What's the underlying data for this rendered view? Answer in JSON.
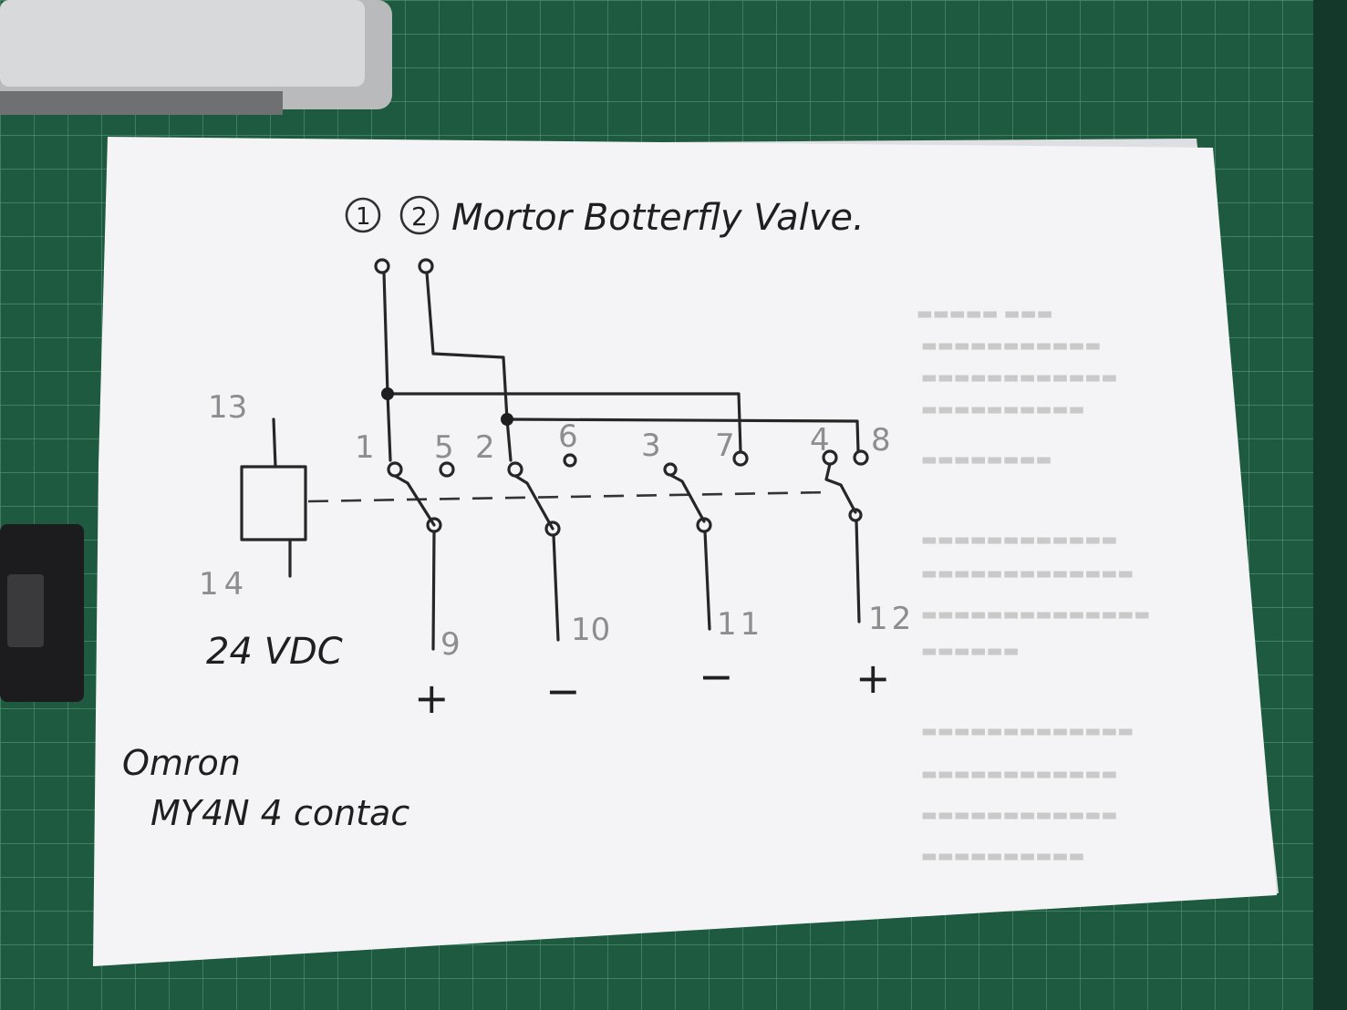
{
  "diagram": {
    "marker_1": "1",
    "marker_2": "2",
    "title": "Mortor Botterfly Valve.",
    "coil_top_terminal": "13",
    "coil_bottom_terminal": "14",
    "coil_voltage": "24 VDC",
    "common_pins": [
      "1",
      "2",
      "3",
      "4"
    ],
    "nc_pins": [
      "5",
      "6",
      "7",
      "8"
    ],
    "output_pins": [
      "9",
      "10",
      "11",
      "12"
    ],
    "output_polarity": [
      "+",
      "−",
      "−",
      "+"
    ],
    "brand": "Omron",
    "model": "MY4N  4 contac"
  },
  "colors": {
    "mat_green": "#1d5a3f",
    "paper": "#f4f4f6",
    "ink": "#262626",
    "pencil": "#8d8d8d"
  }
}
